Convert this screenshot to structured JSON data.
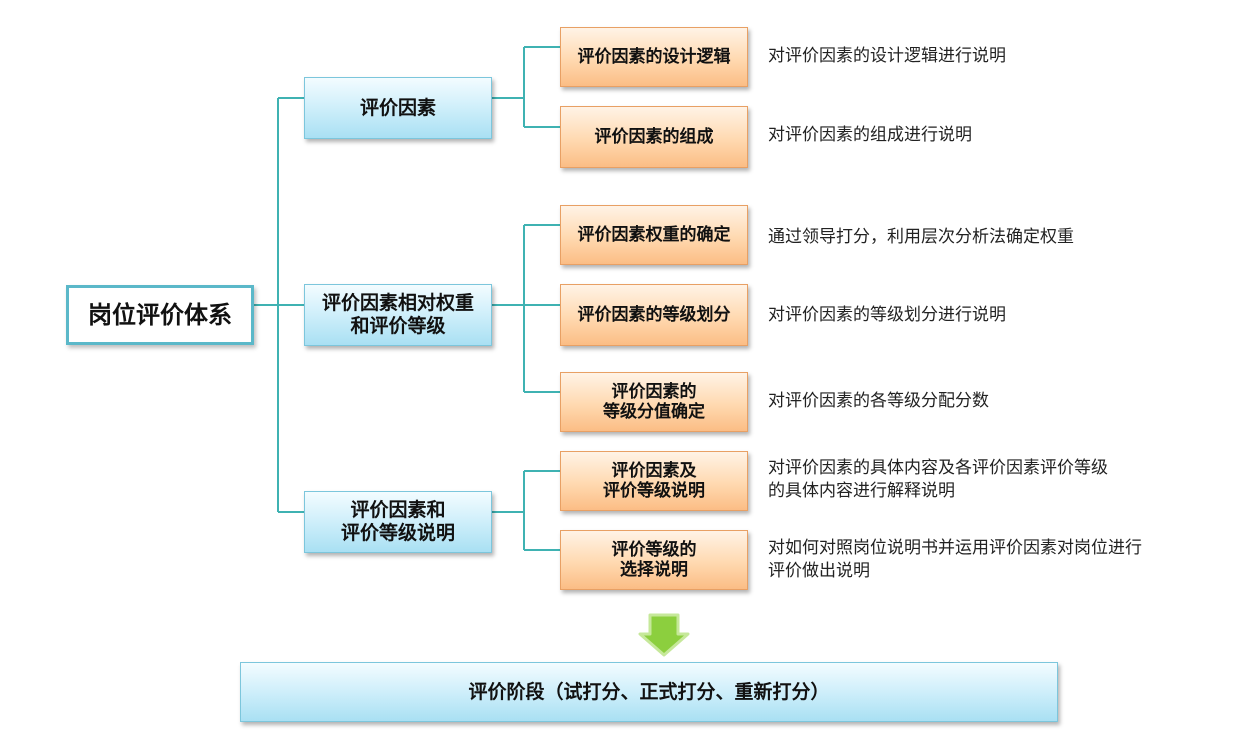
{
  "root": {
    "label": "岗位评价体系"
  },
  "mids": [
    {
      "lines": [
        "评价因素"
      ]
    },
    {
      "lines": [
        "评价因素相对权重",
        "和评价等级"
      ]
    },
    {
      "lines": [
        "评价因素和",
        "评价等级说明"
      ]
    }
  ],
  "leaves": [
    {
      "lines": [
        "评价因素的设计逻辑"
      ],
      "desc": [
        "对评价因素的设计逻辑进行说明"
      ]
    },
    {
      "lines": [
        "评价因素的组成"
      ],
      "desc": [
        "对评价因素的组成进行说明"
      ]
    },
    {
      "lines": [
        "评价因素权重的确定"
      ],
      "desc": [
        "通过领导打分，利用层次分析法确定权重"
      ]
    },
    {
      "lines": [
        "评价因素的等级划分"
      ],
      "desc": [
        "对评价因素的等级划分进行说明"
      ]
    },
    {
      "lines": [
        "评价因素的",
        "等级分值确定"
      ],
      "desc": [
        "对评价因素的各等级分配分数"
      ]
    },
    {
      "lines": [
        "评价因素及",
        "评价等级说明"
      ],
      "desc": [
        "对评价因素的具体内容及各评价因素评价等级",
        "的具体内容进行解释说明"
      ]
    },
    {
      "lines": [
        "评价等级的",
        "选择说明"
      ],
      "desc": [
        "对如何对照岗位说明书并运用评价因素对岗位进行",
        "评价做出说明"
      ]
    }
  ],
  "bottom": {
    "label": "评价阶段（试打分、正式打分、重新打分）"
  },
  "colors": {
    "connector": "#3fb2b2",
    "arrow_fill": "#8ccf3e",
    "arrow_stroke": "#c6e89a"
  }
}
